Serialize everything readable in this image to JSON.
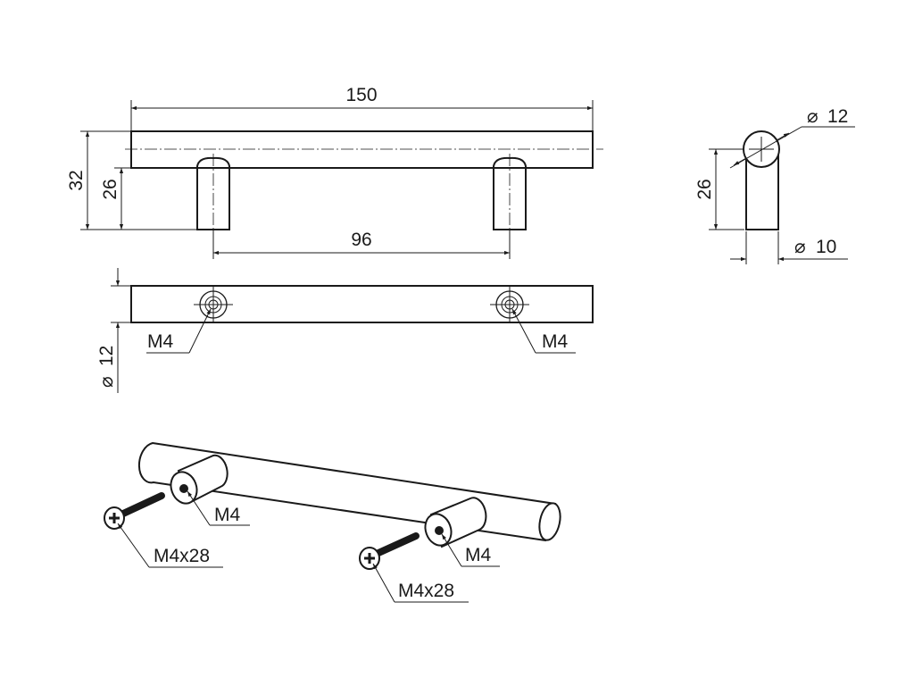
{
  "drawing": {
    "front_view": {
      "overall_length": "150",
      "overall_height": "32",
      "leg_height": "26",
      "hole_spacing": "96"
    },
    "side_view": {
      "bar_diameter": "12",
      "leg_height": "26",
      "leg_diameter": "10",
      "diameter_symbol": "⌀"
    },
    "top_view": {
      "bar_diameter": "12",
      "thread_left": "M4",
      "thread_right": "M4"
    },
    "isometric": {
      "thread_left": "M4",
      "thread_right": "M4",
      "screw_left": "M4x28",
      "screw_right": "M4x28"
    }
  }
}
